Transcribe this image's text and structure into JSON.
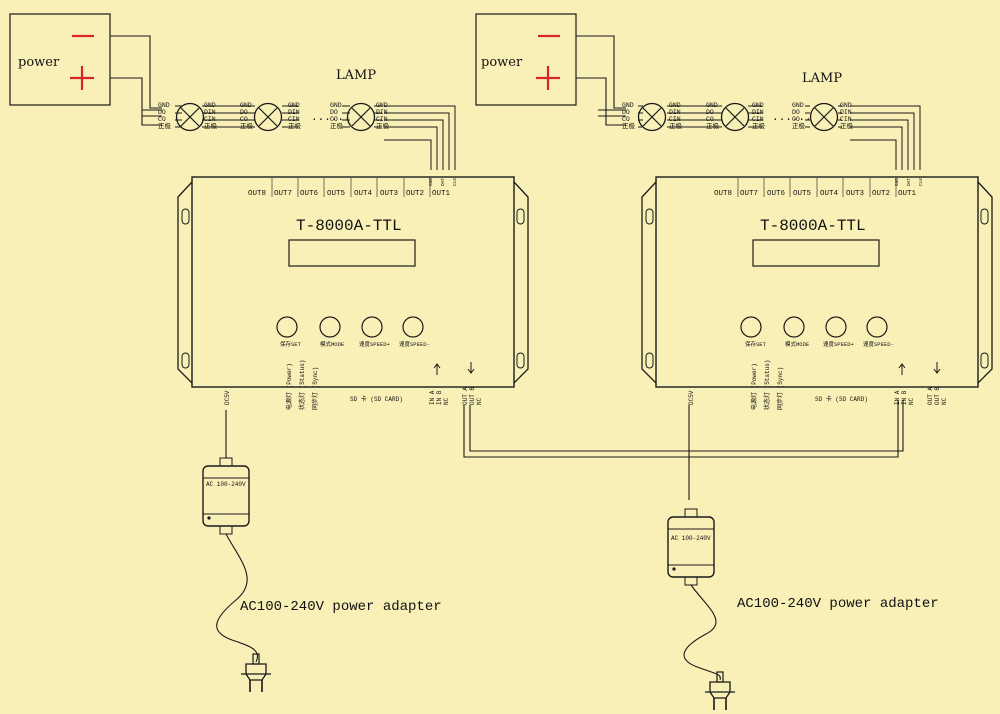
{
  "colors": {
    "background": "#f9f0b7",
    "line": "#1a1a1a",
    "polarity": "#d9232d"
  },
  "power_supply": {
    "label": "power",
    "minus": "−",
    "plus": "+"
  },
  "lamp": {
    "title": "LAMP",
    "pins_left": [
      "GND",
      "DO",
      "CO",
      "正极"
    ],
    "pins_right": [
      "GND",
      "DIN",
      "CIN",
      "正极"
    ],
    "ellipsis": "......"
  },
  "controller": {
    "model": "T-8000A-TTL",
    "outputs": [
      "OUT8",
      "OUT7",
      "OUT6",
      "OUT5",
      "OUT4",
      "OUT3",
      "OUT2",
      "OUT1"
    ],
    "output_pins": [
      "GND",
      "DAT",
      "CLK"
    ],
    "buttons": [
      "保存SET",
      "模式MODE",
      "速度SPEED+",
      "速度SPEED-"
    ],
    "power_in": "DC5V",
    "indicators": [
      "电源灯 (Power)",
      "状态灯 (Status)",
      "同步灯 (Sync)"
    ],
    "sd_card": "SD 卡 (SD CARD)",
    "in_labels": [
      "IN A",
      "IN B",
      "NC"
    ],
    "out_labels": [
      "OUT A",
      "OUT B",
      "NC"
    ]
  },
  "adapter": {
    "rating": "AC 100-240V",
    "caption": "AC100-240V power adapter"
  }
}
